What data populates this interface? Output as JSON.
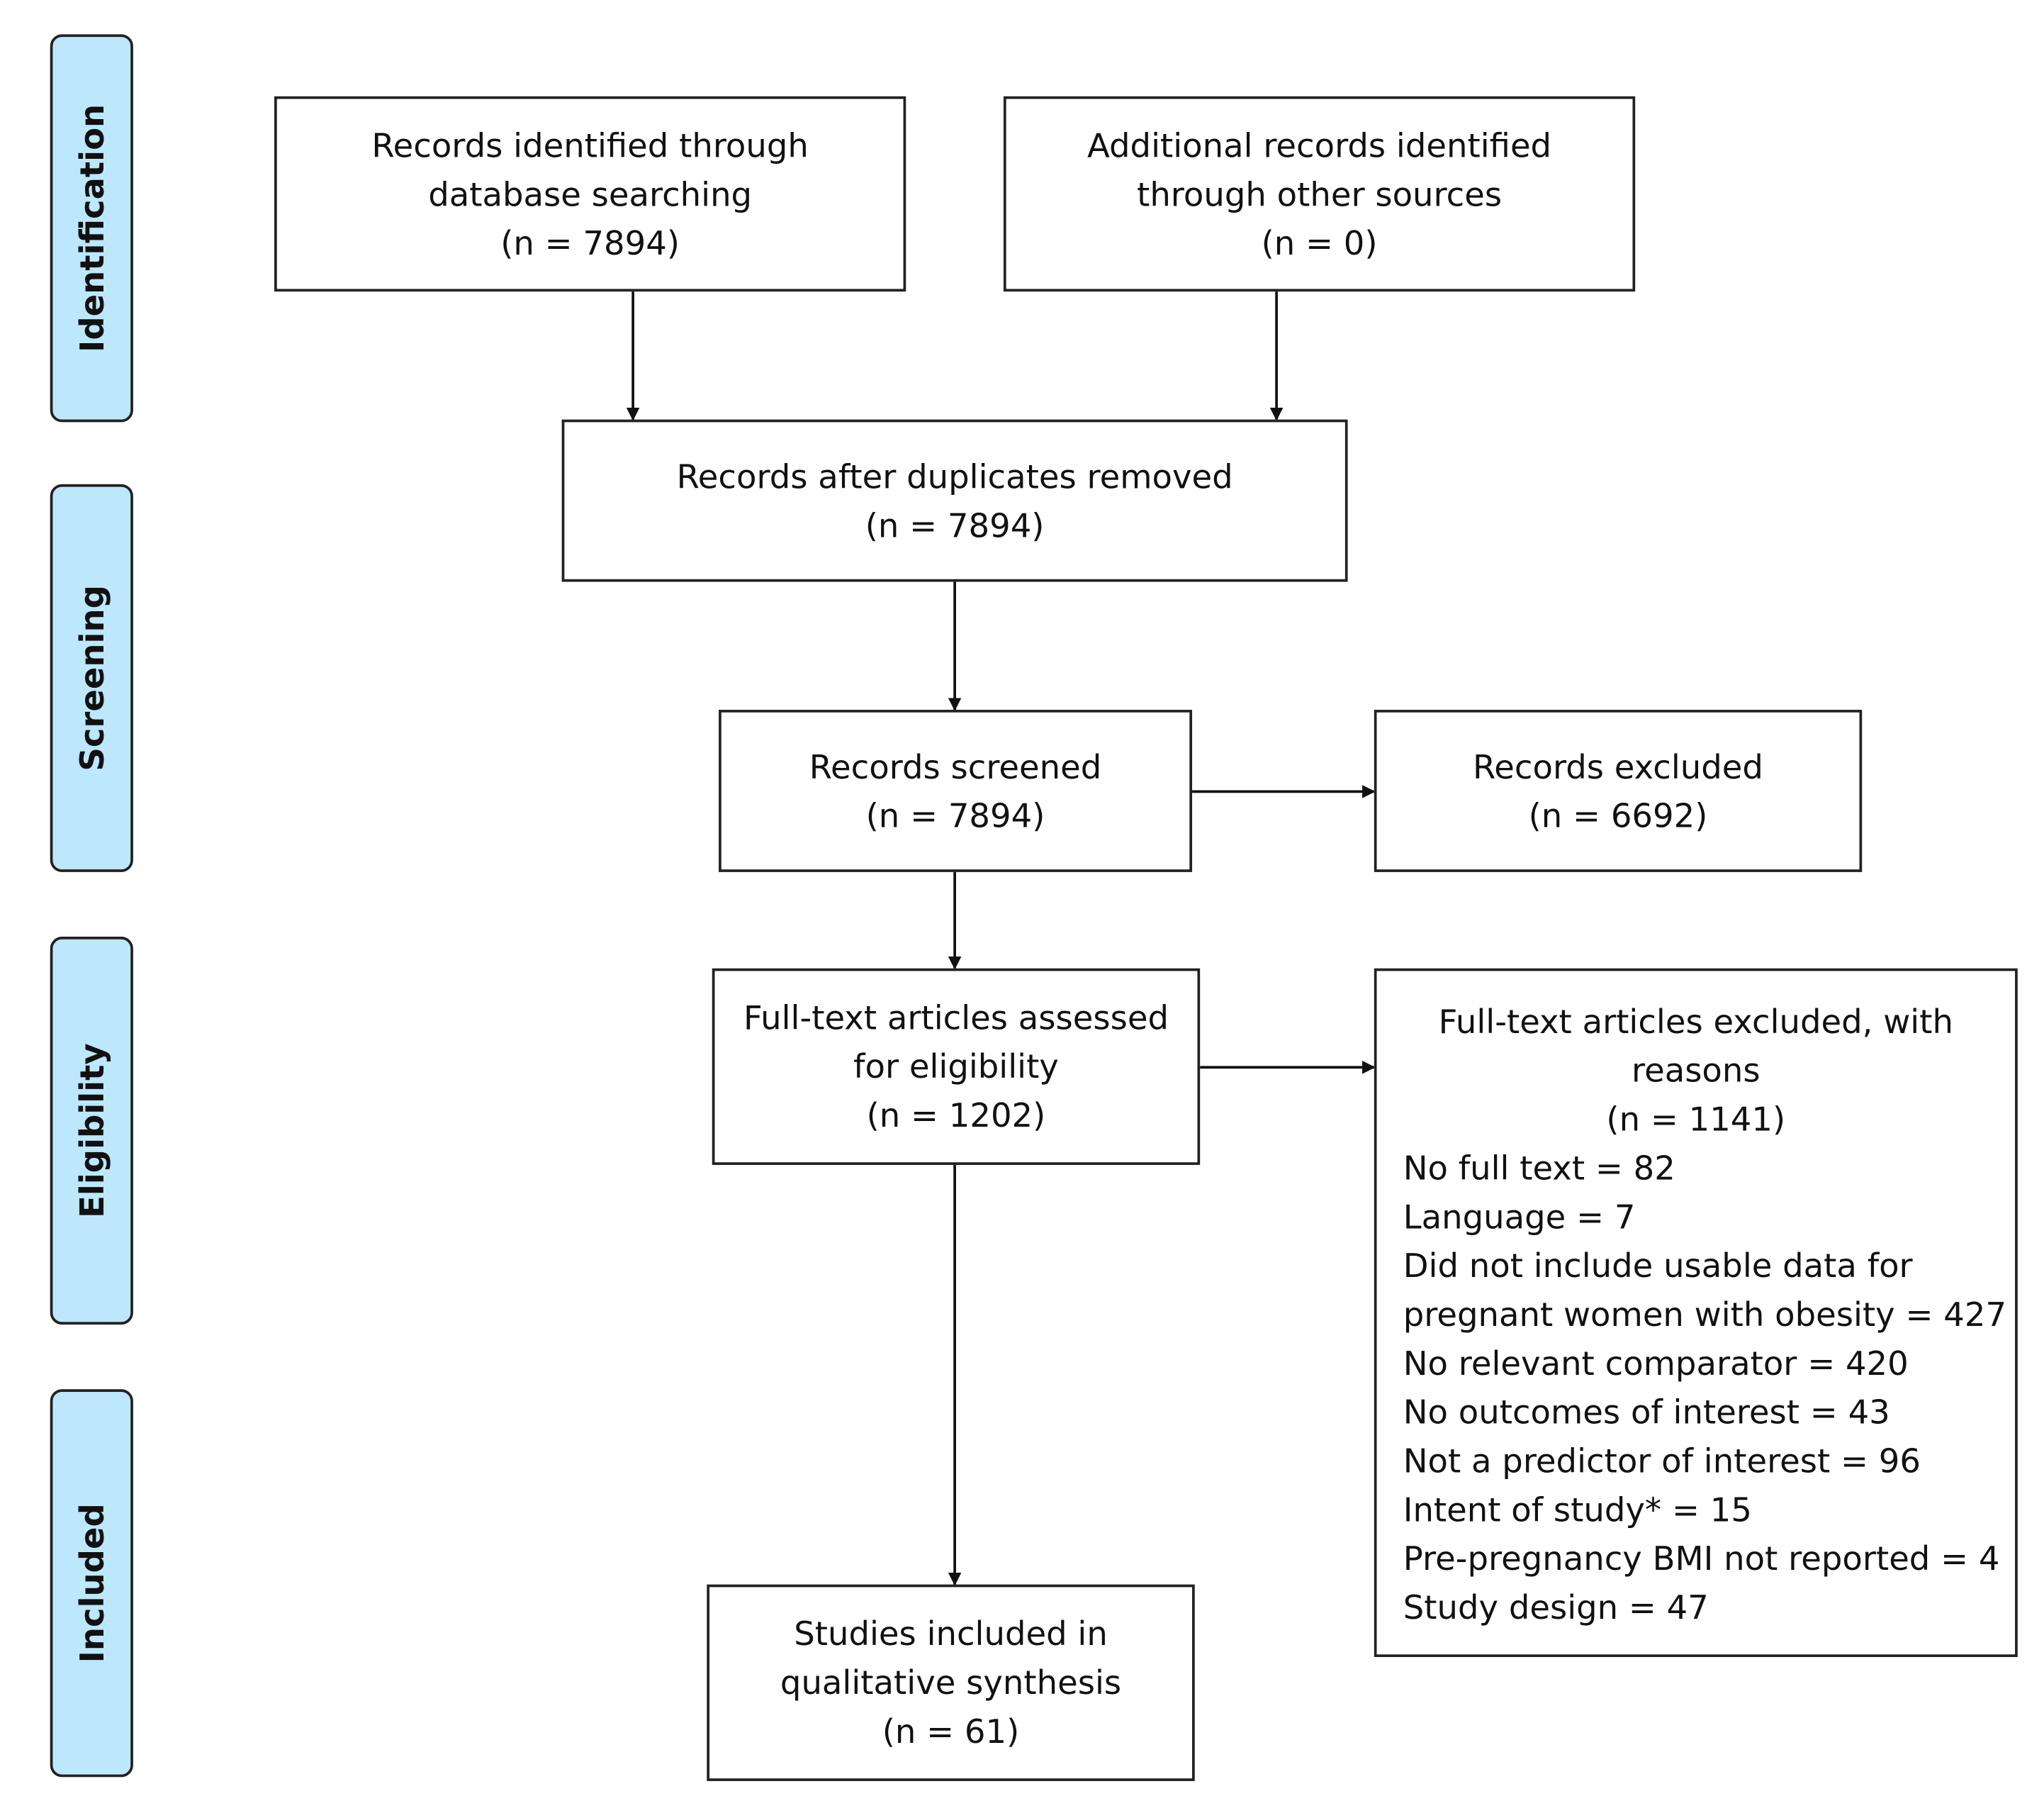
{
  "phases": {
    "identification": "Identification",
    "screening": "Screening",
    "eligibility": "Eligibility",
    "included": "Included"
  },
  "boxes": {
    "database": {
      "lines": [
        "Records identified through",
        "database searching",
        "(n = 7894)"
      ]
    },
    "other_sources": {
      "lines": [
        "Additional records identified",
        "through other sources",
        "(n = 0)"
      ]
    },
    "duplicates_removed": {
      "lines": [
        "Records after duplicates removed",
        "(n = 7894)"
      ]
    },
    "screened": {
      "lines": [
        "Records screened",
        "(n = 7894)"
      ]
    },
    "excluded": {
      "lines": [
        "Records excluded",
        "(n = 6692)"
      ]
    },
    "fulltext_assessed": {
      "lines": [
        "Full-text articles assessed",
        "for eligibility",
        "(n = 1202)"
      ]
    },
    "fulltext_excluded": {
      "header": [
        "Full-text articles excluded, with",
        "reasons",
        "(n = 1141)"
      ],
      "reasons": [
        "No full text = 82",
        "Language = 7",
        "Did not include usable data for",
        "pregnant women with obesity = 427",
        "No relevant comparator = 420",
        "No outcomes of interest = 43",
        "Not a predictor of interest = 96",
        "Intent of study* = 15",
        "Pre-pregnancy BMI not reported = 4",
        "Study design = 47"
      ]
    },
    "included": {
      "lines": [
        "Studies included in",
        "qualitative synthesis",
        "(n = 61)"
      ]
    }
  },
  "colors": {
    "phase_fill": "#bde7fb",
    "stroke": "#222222",
    "text": "#111111"
  }
}
